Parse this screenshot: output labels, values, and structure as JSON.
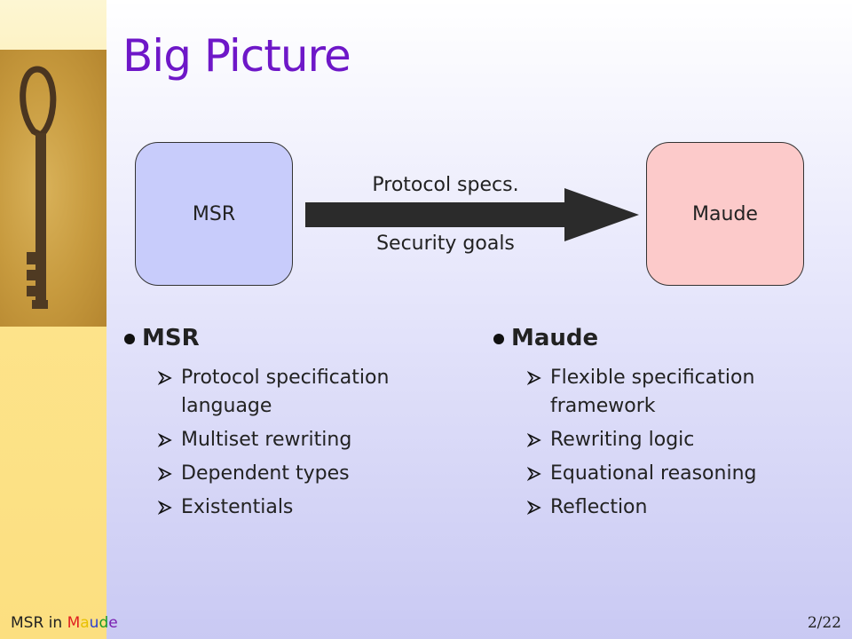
{
  "slide": {
    "title": "Big Picture",
    "diagram": {
      "left_box": "MSR",
      "right_box": "Maude",
      "arrow_label_top": "Protocol specs.",
      "arrow_label_bottom": "Security goals"
    },
    "left_column": {
      "heading": "MSR",
      "items": [
        "Protocol specification language",
        "Multiset rewriting",
        "Dependent types",
        "Existentials"
      ]
    },
    "right_column": {
      "heading": "Maude",
      "items": [
        "Flexible specification framework",
        "Rewriting logic",
        "Equational reasoning",
        "Reflection"
      ]
    }
  },
  "footer": {
    "prefix": "MSR in ",
    "brand_letters": [
      {
        "char": "M",
        "color": "#e02020"
      },
      {
        "char": "a",
        "color": "#e8c000"
      },
      {
        "char": "u",
        "color": "#2a3fd0"
      },
      {
        "char": "d",
        "color": "#1a9a2a"
      },
      {
        "char": "e",
        "color": "#7a1fb0"
      }
    ],
    "page": "2/22"
  },
  "colors": {
    "title": "#6e17c8",
    "msr_box": "#c8ccfb",
    "maude_box": "#fccaca",
    "arrow": "#2b2b2b"
  },
  "icons": {
    "sidebar_image": "antique-key-photo",
    "bullet": "filled-circle-bullet",
    "sub_bullet": "arrowhead-bullet"
  }
}
